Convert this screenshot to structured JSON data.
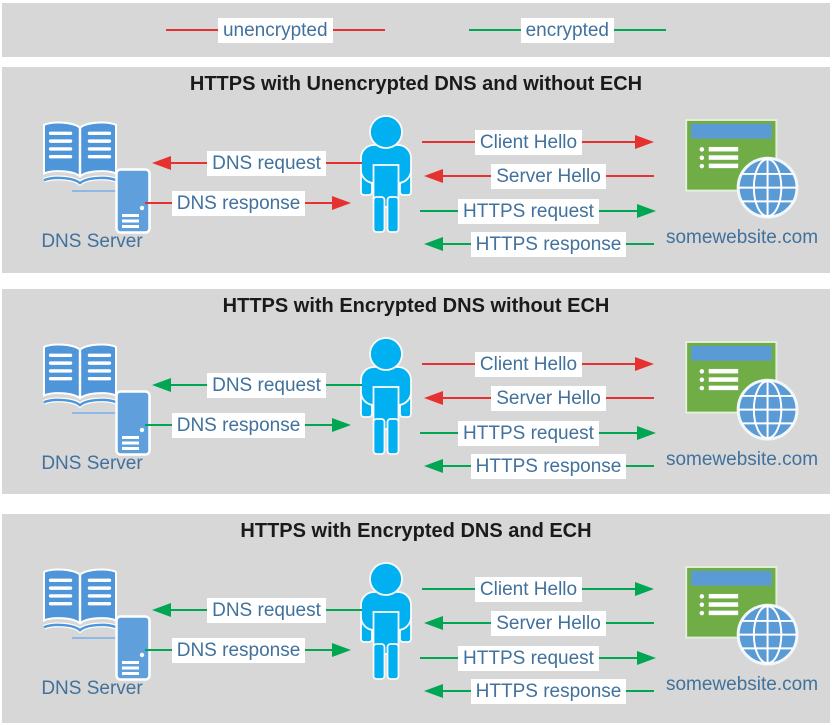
{
  "colors": {
    "unencrypted_red": "#e53230",
    "encrypted_green": "#00a651",
    "person_blue": "#00b0f0",
    "server_blue": "#5b9bd5",
    "website_green": "#71ad47",
    "label_text_blue": "#41719c",
    "panel_background": "#d7d7d7"
  },
  "legend": {
    "items": [
      {
        "label": "unencrypted",
        "color": "#e53230"
      },
      {
        "label": "encrypted",
        "color": "#00a651"
      }
    ]
  },
  "panels": [
    {
      "title": "HTTPS with Unencrypted DNS and without ECH",
      "dns_server_label": "DNS Server",
      "website_label": "somewebsite.com",
      "dns_arrows": [
        {
          "label": "DNS request",
          "dir": "left",
          "color": "#e53230"
        },
        {
          "label": "DNS response",
          "dir": "right",
          "color": "#e53230"
        }
      ],
      "https_arrows": [
        {
          "label": "Client Hello",
          "dir": "right",
          "color": "#e53230"
        },
        {
          "label": "Server Hello",
          "dir": "left",
          "color": "#e53230"
        },
        {
          "label": "HTTPS request",
          "dir": "right",
          "color": "#00a651"
        },
        {
          "label": "HTTPS response",
          "dir": "left",
          "color": "#00a651"
        }
      ]
    },
    {
      "title": "HTTPS with Encrypted DNS without ECH",
      "dns_server_label": "DNS Server",
      "website_label": "somewebsite.com",
      "dns_arrows": [
        {
          "label": "DNS request",
          "dir": "left",
          "color": "#00a651"
        },
        {
          "label": "DNS response",
          "dir": "right",
          "color": "#00a651"
        }
      ],
      "https_arrows": [
        {
          "label": "Client Hello",
          "dir": "right",
          "color": "#e53230"
        },
        {
          "label": "Server Hello",
          "dir": "left",
          "color": "#e53230"
        },
        {
          "label": "HTTPS request",
          "dir": "right",
          "color": "#00a651"
        },
        {
          "label": "HTTPS response",
          "dir": "left",
          "color": "#00a651"
        }
      ]
    },
    {
      "title": "HTTPS with Encrypted DNS and ECH",
      "dns_server_label": "DNS Server",
      "website_label": "somewebsite.com",
      "dns_arrows": [
        {
          "label": "DNS request",
          "dir": "left",
          "color": "#00a651"
        },
        {
          "label": "DNS response",
          "dir": "right",
          "color": "#00a651"
        }
      ],
      "https_arrows": [
        {
          "label": "Client Hello",
          "dir": "right",
          "color": "#00a651"
        },
        {
          "label": "Server Hello",
          "dir": "left",
          "color": "#00a651"
        },
        {
          "label": "HTTPS request",
          "dir": "right",
          "color": "#00a651"
        },
        {
          "label": "HTTPS response",
          "dir": "left",
          "color": "#00a651"
        }
      ]
    }
  ]
}
